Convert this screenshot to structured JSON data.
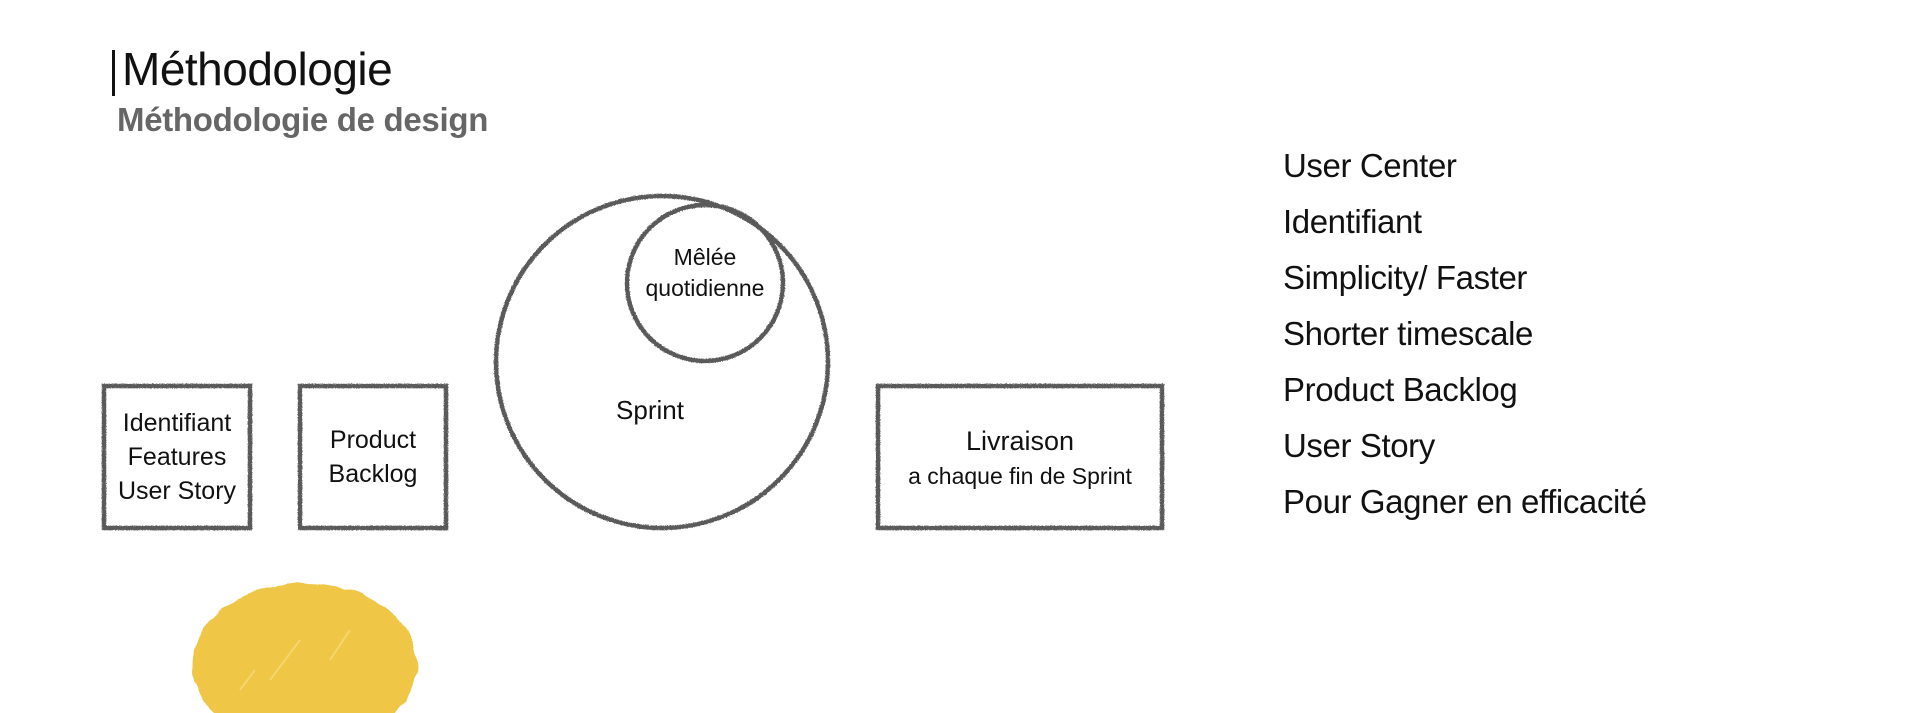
{
  "header": {
    "title": "Méthodologie",
    "subtitle": "Méthodologie de design"
  },
  "diagram": {
    "box_features": {
      "lines": [
        "Identifiant",
        "Features",
        "User Story"
      ]
    },
    "box_backlog": {
      "lines": [
        "Product",
        "Backlog"
      ]
    },
    "sprint_circle": {
      "label": "Sprint"
    },
    "daily_circle": {
      "lines": [
        "Mêlée",
        "quotidienne"
      ]
    },
    "box_delivery": {
      "title": "Livraison",
      "subtitle": "a chaque fin de Sprint"
    },
    "stroke_color": "#5a5a5a",
    "accent_color": "#f0c647"
  },
  "keywords": [
    "User Center",
    "Identifiant",
    "Simplicity/ Faster",
    "Shorter timescale",
    "Product Backlog",
    "User Story",
    "Pour Gagner en efficacité"
  ]
}
